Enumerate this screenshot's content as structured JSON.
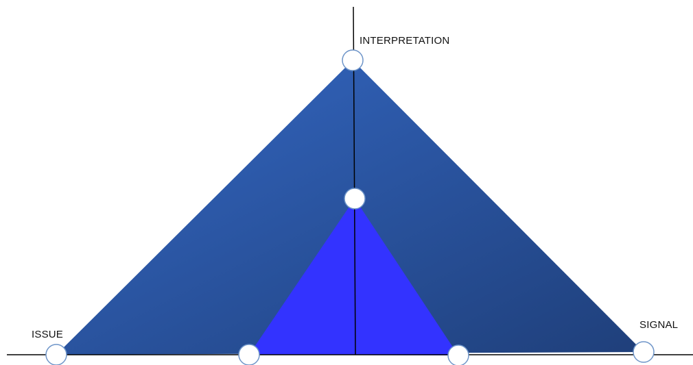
{
  "labels": {
    "top": "INTERPRETATION",
    "left": "ISSUE",
    "right": "SIGNAL"
  },
  "colors": {
    "outer_light": "#3468c4",
    "outer_dark": "#1f3f7a",
    "inner": "#3333ff",
    "node_fill": "#ffffff",
    "node_stroke": "#6d94c8",
    "axis": "#000000"
  }
}
